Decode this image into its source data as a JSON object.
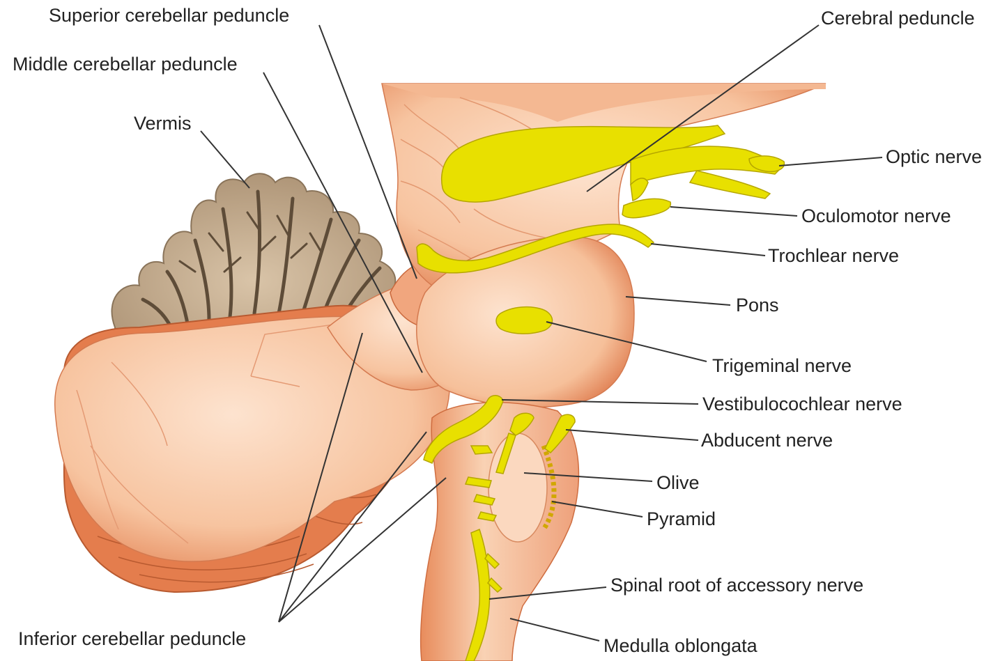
{
  "labels": {
    "superior_cerebellar_peduncle": "Superior cerebellar peduncle",
    "middle_cerebellar_peduncle": "Middle cerebellar peduncle",
    "vermis": "Vermis",
    "inferior_cerebellar_peduncle": "Inferior cerebellar peduncle",
    "cerebral_peduncle": "Cerebral peduncle",
    "optic_nerve": "Optic nerve",
    "oculomotor_nerve": "Oculomotor nerve",
    "trochlear_nerve": "Trochlear nerve",
    "pons": "Pons",
    "trigeminal_nerve": "Trigeminal nerve",
    "vestibulocochlear_nerve": "Vestibulocochlear nerve",
    "abducent_nerve": "Abducent nerve",
    "olive": "Olive",
    "pyramid": "Pyramid",
    "spinal_root_of_accessory_nerve": "Spinal root of accessory nerve",
    "medulla_oblongata": "Medulla oblongata"
  },
  "colors": {
    "tissue": "#f8c9a6",
    "tissue_shadow": "#e07a4e",
    "tissue_dark": "#c96a3e",
    "nerve": "#e8e000",
    "nerve_edge": "#b5a600",
    "vermis": "#c9b196",
    "vermis_dark": "#6b5a45",
    "leader": "#333333"
  }
}
